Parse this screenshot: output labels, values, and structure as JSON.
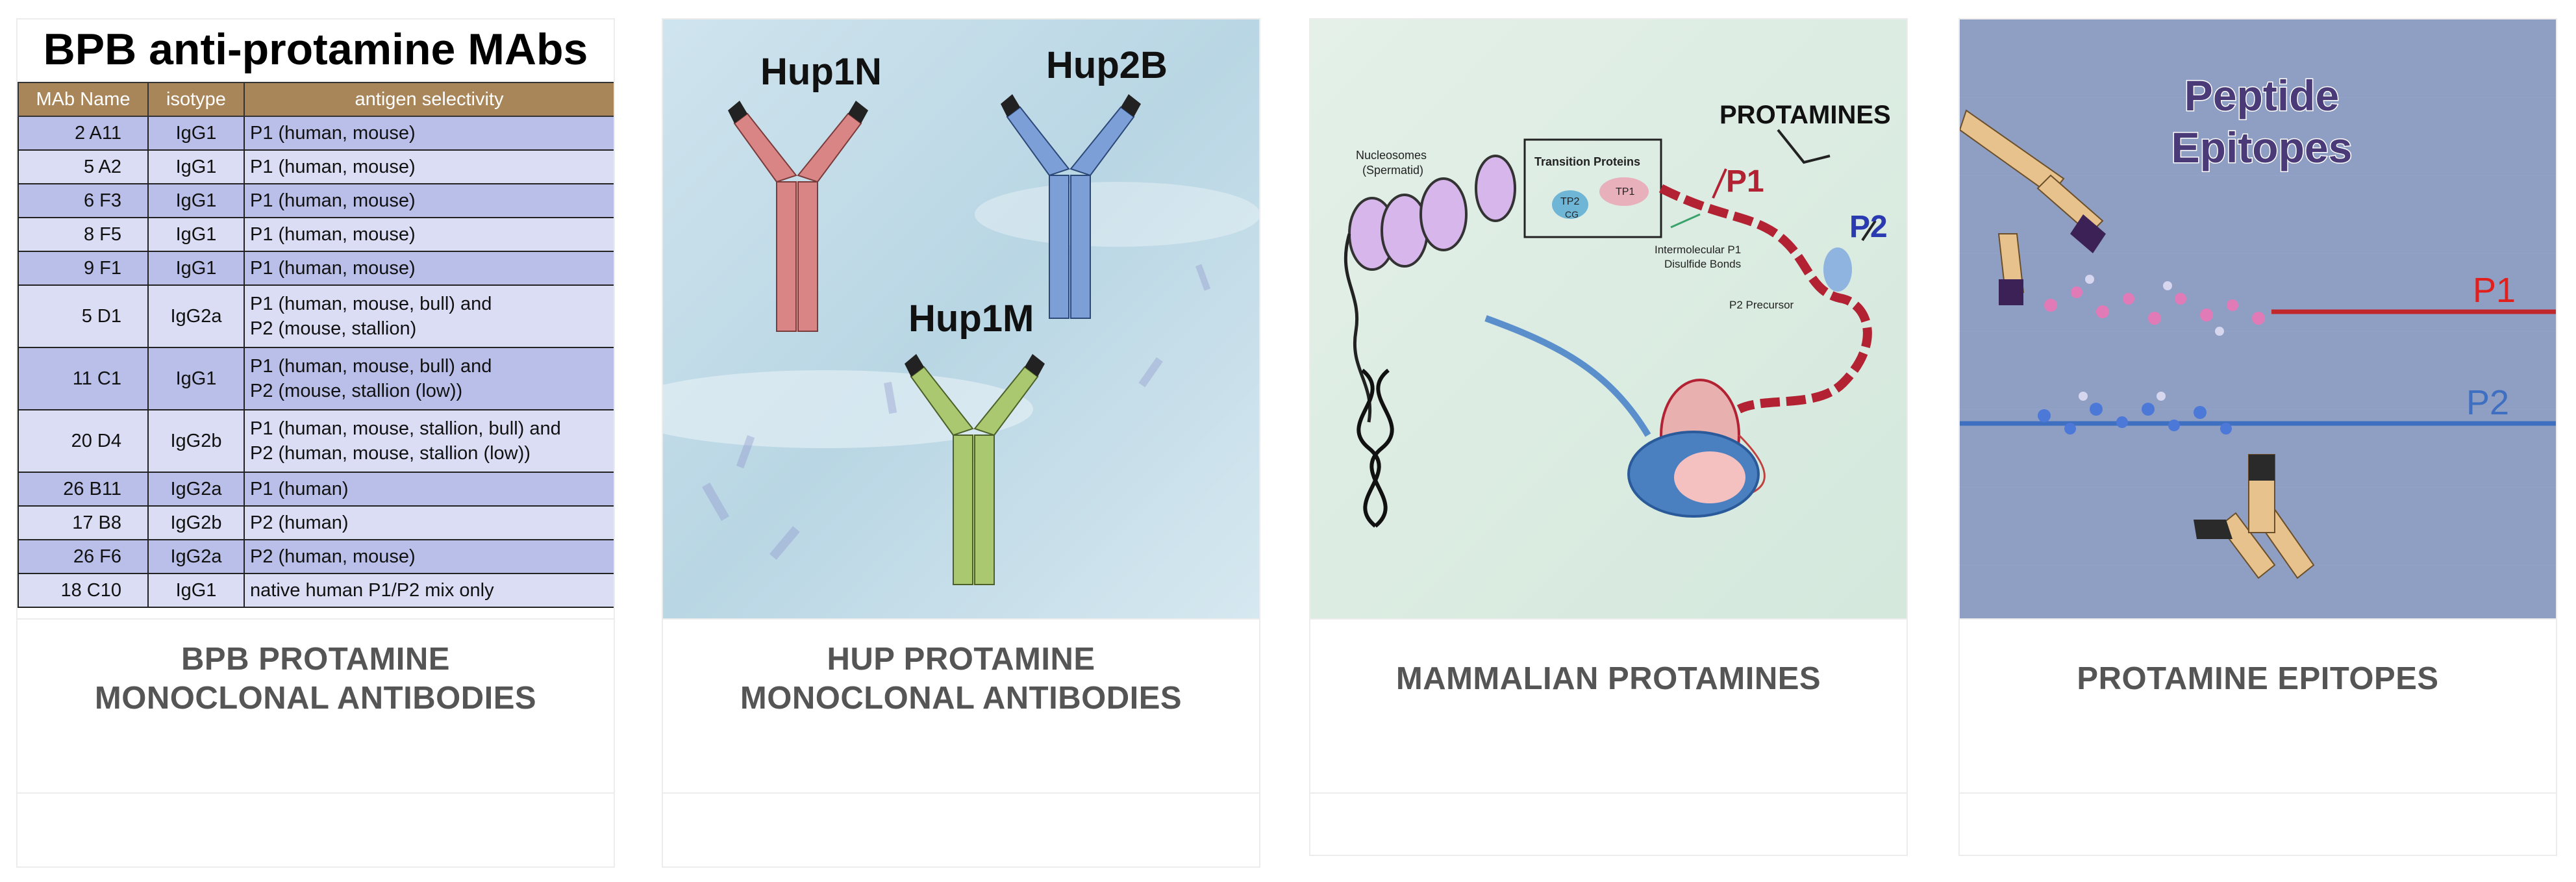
{
  "cards": [
    {
      "caption_lines": [
        "BPB PROTAMINE",
        "MONOCLONAL ANTIBODIES"
      ],
      "table": {
        "title": "BPB anti-protamine MAbs",
        "columns": [
          "MAb Name",
          "isotype",
          "antigen selectivity"
        ],
        "rows": [
          {
            "name": "2 A11",
            "isotype": "IgG1",
            "selectivity": [
              "P1 (human, mouse)"
            ]
          },
          {
            "name": "5 A2",
            "isotype": "IgG1",
            "selectivity": [
              "P1 (human, mouse)"
            ]
          },
          {
            "name": "6 F3",
            "isotype": "IgG1",
            "selectivity": [
              "P1 (human, mouse)"
            ]
          },
          {
            "name": "8 F5",
            "isotype": "IgG1",
            "selectivity": [
              "P1 (human, mouse)"
            ]
          },
          {
            "name": "9 F1",
            "isotype": "IgG1",
            "selectivity": [
              "P1 (human, mouse)"
            ]
          },
          {
            "name": "5 D1",
            "isotype": "IgG2a",
            "selectivity": [
              "P1 (human, mouse, bull) and",
              "P2 (mouse, stallion)"
            ]
          },
          {
            "name": "11 C1",
            "isotype": "IgG1",
            "selectivity": [
              "P1 (human, mouse, bull) and",
              "P2 (mouse, stallion (low))"
            ]
          },
          {
            "name": "20 D4",
            "isotype": "IgG2b",
            "selectivity": [
              "P1 (human, mouse, stallion, bull) and",
              "P2 (human, mouse, stallion (low))"
            ]
          },
          {
            "name": "26 B11",
            "isotype": "IgG2a",
            "selectivity": [
              "P1 (human)"
            ]
          },
          {
            "name": "17 B8",
            "isotype": "IgG2b",
            "selectivity": [
              "P2 (human)"
            ]
          },
          {
            "name": "26 F6",
            "isotype": "IgG2a",
            "selectivity": [
              "P2 (human, mouse)"
            ]
          },
          {
            "name": "18 C10",
            "isotype": "IgG1",
            "selectivity": [
              "native human P1/P2 mix only"
            ]
          }
        ]
      }
    },
    {
      "caption_lines": [
        "HUP PROTAMINE",
        "MONOCLONAL ANTIBODIES"
      ],
      "labels": {
        "a": "Hup1N",
        "b": "Hup2B",
        "c": "Hup1M"
      }
    },
    {
      "caption_lines": [
        "MAMMALIAN PROTAMINES"
      ],
      "labels": {
        "protamines": "PROTAMINES",
        "p1": "P1",
        "p2": "P2",
        "nucleosomes": "Nucleosomes",
        "spermatid": "(Spermatid)",
        "transition": "Transition Proteins",
        "tp2": "TP2",
        "tp1": "TP1",
        "cg": "CG",
        "inter1": "Intermolecular P1",
        "inter2": "Disulfide Bonds",
        "precursor": "P2 Precursor"
      }
    },
    {
      "caption_lines": [
        "PROTAMINE EPITOPES"
      ],
      "labels": {
        "title1": "Peptide",
        "title2": "Epitopes",
        "p1": "P1",
        "p2": "P2"
      }
    }
  ],
  "colors": {
    "caption_text": "#555555",
    "table_header": "#a8865a",
    "row_odd": "#b9bfe8",
    "row_even": "#dbddf4",
    "p1_red": "#c0282d",
    "p2_blue": "#3f6fc0"
  }
}
